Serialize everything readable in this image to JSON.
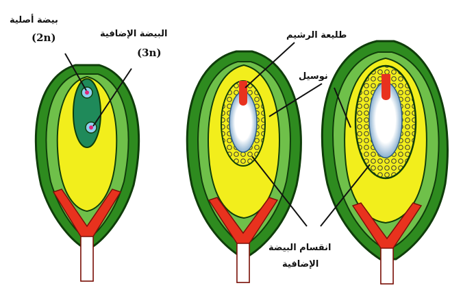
{
  "labels": {
    "secondary_nucleus": "بيضة أصلية",
    "secondary_nucleus_ploidy": "(2n)",
    "endosperm_nucleus": "البيضة الإضافية",
    "endosperm_nucleus_ploidy": "(3n)",
    "embryo_bud": "طليعة الرشيم",
    "nucellus": "نوسيل",
    "endosperm_division_line1": "انقسام البيضة",
    "endosperm_division_line2": "الإضافية"
  },
  "colors": {
    "integument": "#2e8b1f",
    "integument_light": "#6fc04a",
    "nucellus": "#f2ee1c",
    "embryo_sac": "#1f8a5a",
    "cavity": "#ffffff",
    "vascular": "#e8321e",
    "nucleus": "#e0287a"
  }
}
